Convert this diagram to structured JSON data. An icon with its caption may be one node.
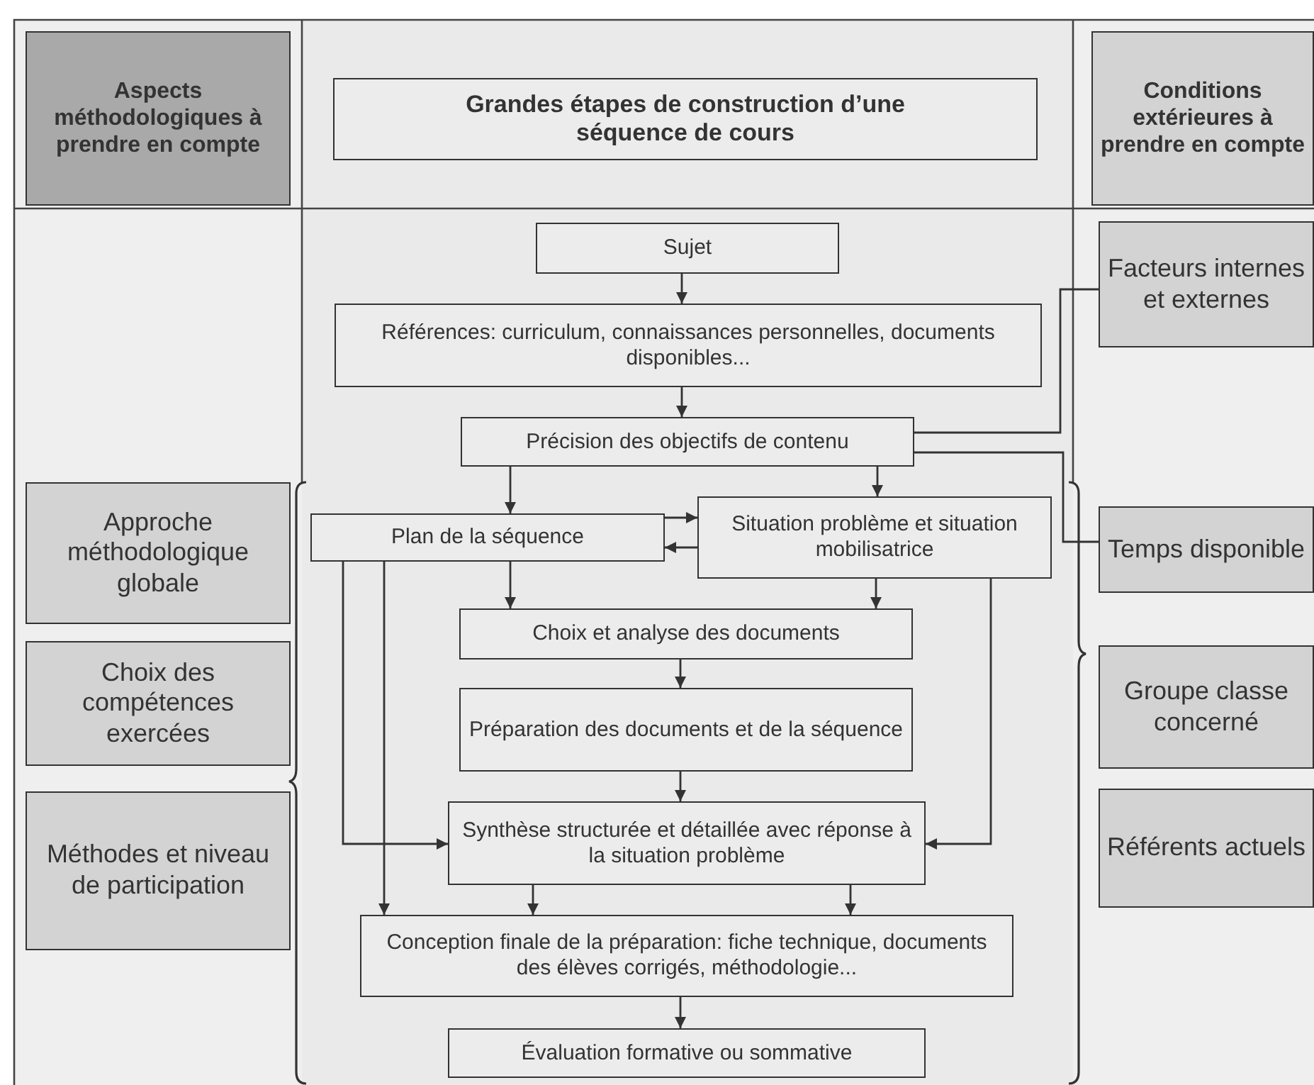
{
  "diagram": {
    "nodes": [
      {
        "text": [
          "Aspects méthodologiques à prendre en compte"
        ]
      },
      {
        "text": [
          "Grandes étapes de construction d’une séquence de cours"
        ]
      },
      {
        "text": [
          "Conditions extérieures à prendre en compte"
        ]
      },
      {
        "text": [
          "Sujet"
        ]
      },
      {
        "text": [
          "Références: curriculum, connaissances personnelles, documents disponibles..."
        ]
      },
      {
        "text": [
          "Facteurs internes et externes"
        ]
      },
      {
        "text": [
          "Précision des objectifs de contenu"
        ]
      },
      {
        "text": [
          "Plan de la séquence"
        ]
      },
      {
        "text": [
          "Situation problème et situation mobilisatrice"
        ]
      },
      {
        "text": [
          "Temps disponible"
        ]
      },
      {
        "text": [
          "Approche méthodologique globale"
        ]
      },
      {
        "text": [
          "Choix des compétences exercées"
        ]
      },
      {
        "text": [
          "Méthodes et niveau de participation"
        ]
      },
      {
        "text": [
          "Choix et analyse des documents"
        ]
      },
      {
        "text": [
          "Préparation des documents et de la séquence"
        ]
      },
      {
        "text": [
          "Synthèse structurée et détaillée avec réponse à la situation problème"
        ]
      },
      {
        "text": [
          "Groupe classe concerné"
        ]
      },
      {
        "text": [
          "Référents actuels"
        ]
      },
      {
        "text": [
          "Conception finale de la préparation: fiche technique, documents des élèves corrigés, méthodologie..."
        ]
      },
      {
        "text": [
          "Évaluation formative ou sommative"
        ]
      }
    ],
    "edges": [
      {
        "from": 3,
        "to": 4,
        "arrow": "to"
      },
      {
        "from": 4,
        "to": 6,
        "arrow": "to"
      },
      {
        "from": 6,
        "to": 7,
        "arrow": "to"
      },
      {
        "from": 6,
        "to": 8,
        "arrow": "to"
      },
      {
        "from": 7,
        "to": 8,
        "arrow": "to"
      },
      {
        "from": 8,
        "to": 7,
        "arrow": "to"
      },
      {
        "from": 7,
        "to": 13,
        "arrow": "to"
      },
      {
        "from": 8,
        "to": 13,
        "arrow": "to"
      },
      {
        "from": 13,
        "to": 14,
        "arrow": "to"
      },
      {
        "from": 14,
        "to": 15,
        "arrow": "to"
      },
      {
        "from": 7,
        "to": 15,
        "arrow": "to"
      },
      {
        "from": 7,
        "to": 18,
        "arrow": "to"
      },
      {
        "from": 8,
        "to": 15,
        "arrow": "to"
      },
      {
        "from": 15,
        "to": 18,
        "arrow": "to"
      },
      {
        "from": 15,
        "to": 18,
        "arrow": "to"
      },
      {
        "from": 18,
        "to": 19,
        "arrow": "to"
      },
      {
        "from": 5,
        "to": 6,
        "arrow": "none"
      },
      {
        "from": 9,
        "to": 6,
        "arrow": "none"
      }
    ]
  }
}
